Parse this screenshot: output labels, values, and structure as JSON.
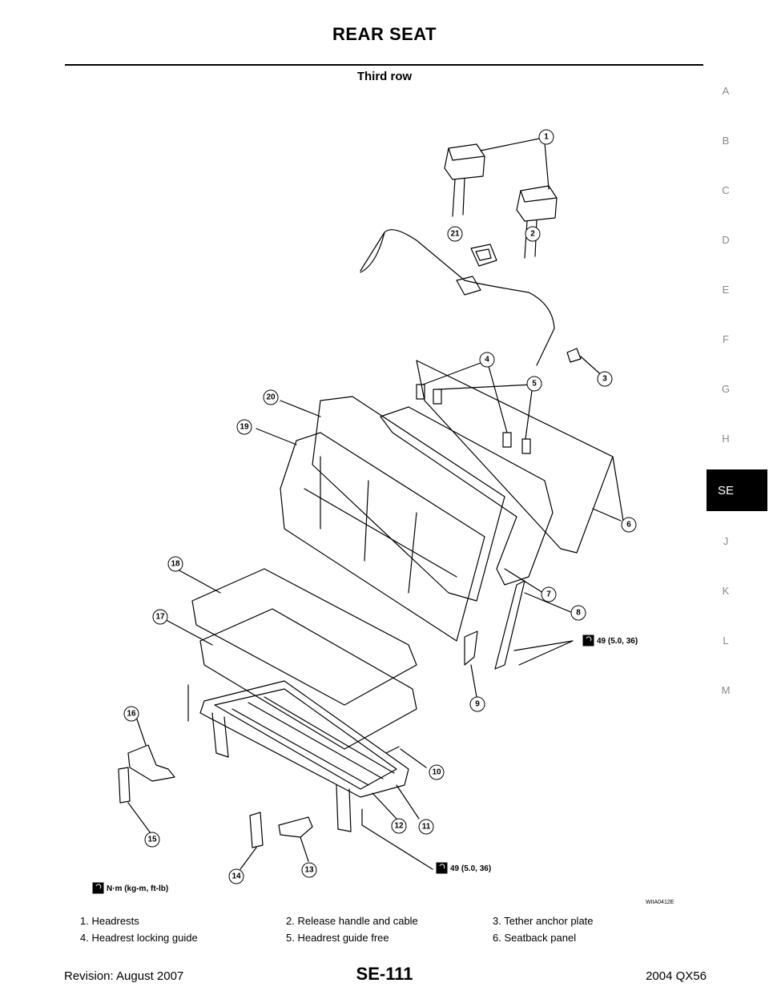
{
  "header": {
    "title": "REAR SEAT",
    "section": "Third row"
  },
  "side_index": {
    "letters": [
      "A",
      "B",
      "C",
      "D",
      "E",
      "F",
      "G",
      "H",
      "SE",
      "J",
      "K",
      "L",
      "M"
    ],
    "active": "SE"
  },
  "diagram": {
    "callouts": [
      "1",
      "2",
      "3",
      "4",
      "5",
      "6",
      "7",
      "8",
      "9",
      "10",
      "11",
      "12",
      "13",
      "14",
      "15",
      "16",
      "17",
      "18",
      "19",
      "20",
      "21"
    ],
    "torque_right": "49 (5.0, 36)",
    "torque_bottom": "49 (5.0, 36)",
    "units_note": "N·m (kg-m, ft-lb)",
    "figure_code": "WIIA0412E"
  },
  "legend": [
    "1.    Headrests",
    "2.    Release handle and cable",
    "3.    Tether anchor plate",
    "4.    Headrest locking guide",
    "5.    Headrest guide free",
    "6.    Seatback panel"
  ],
  "footer": {
    "revision": "Revision: August 2007",
    "page": "SE-111",
    "model": "2004 QX56"
  }
}
